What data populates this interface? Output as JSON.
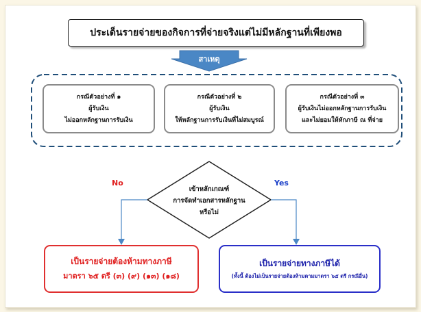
{
  "title": "ประเด็นรายจ่ายของกิจการที่จ่ายจริงแต่ไม่มีหลักฐานที่เพียงพอ",
  "cause_label": "สาเหตุ",
  "cases": [
    {
      "heading": "กรณีตัวอย่างที่ ๑",
      "line1": "ผู้รับเงิน",
      "line2": "ไม่ออกหลักฐานการรับเงิน"
    },
    {
      "heading": "กรณีตัวอย่างที่ ๒",
      "line1": "ผู้รับเงิน",
      "line2": "ให้หลักฐานการรับเงินที่ไม่สมบูรณ์"
    },
    {
      "heading": "กรณีตัวอย่างที่ ๓",
      "line1": "ผู้รับเงินไม่ออกหลักฐานการรับเงิน",
      "line2": "และไม่ยอมให้หักภาษี ณ ที่จ่าย"
    }
  ],
  "decision": {
    "line1": "เข้าหลักเกณฑ์",
    "line2": "การจัดทำเอกสารหลักฐาน",
    "line3": "หรือไม่"
  },
  "no_label": "No",
  "yes_label": "Yes",
  "result_no": {
    "title": "เป็นรายจ่ายต้องห้ามทางภาษี",
    "detail": "มาตรา ๖๕ ตรี (๓) (๙) (๑๓) (๑๘)"
  },
  "result_yes": {
    "title": "เป็นรายจ่ายทางภาษีได้",
    "detail": "(ทั้งนี้ ต้องไม่เป็นรายจ่ายต้องห้ามตามมาตรา ๖๕ ตรี กรณีอื่น)"
  },
  "colors": {
    "accent_blue": "#4a87c5",
    "dashed_border": "#1f4e79",
    "no_color": "#e02020",
    "yes_color": "#1a3fc8"
  }
}
